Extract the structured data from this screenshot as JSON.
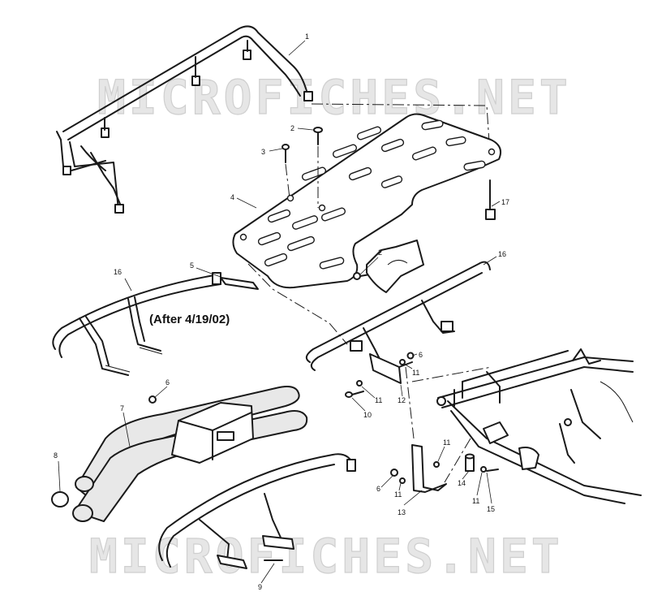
{
  "watermarks": {
    "top": "MICROFICHES.NET",
    "bottom": "MICROFICHES.NET"
  },
  "note": "(After 4/19/02)",
  "callouts": [
    {
      "id": "c1",
      "label": "1"
    },
    {
      "id": "c2a",
      "label": "2"
    },
    {
      "id": "c2b",
      "label": "2"
    },
    {
      "id": "c3",
      "label": "3"
    },
    {
      "id": "c4",
      "label": "4"
    },
    {
      "id": "c5",
      "label": "5"
    },
    {
      "id": "c6a",
      "label": "6"
    },
    {
      "id": "c6b",
      "label": "6"
    },
    {
      "id": "c6c",
      "label": "6"
    },
    {
      "id": "c7",
      "label": "7"
    },
    {
      "id": "c8",
      "label": "8"
    },
    {
      "id": "c9",
      "label": "9"
    },
    {
      "id": "c10",
      "label": "10"
    },
    {
      "id": "c11a",
      "label": "11"
    },
    {
      "id": "c11b",
      "label": "11"
    },
    {
      "id": "c11c",
      "label": "11"
    },
    {
      "id": "c11d",
      "label": "11"
    },
    {
      "id": "c11e",
      "label": "11"
    },
    {
      "id": "c12",
      "label": "12"
    },
    {
      "id": "c13",
      "label": "13"
    },
    {
      "id": "c14",
      "label": "14"
    },
    {
      "id": "c15",
      "label": "15"
    },
    {
      "id": "c16a",
      "label": "16"
    },
    {
      "id": "c16b",
      "label": "16"
    },
    {
      "id": "c17",
      "label": "17"
    }
  ]
}
